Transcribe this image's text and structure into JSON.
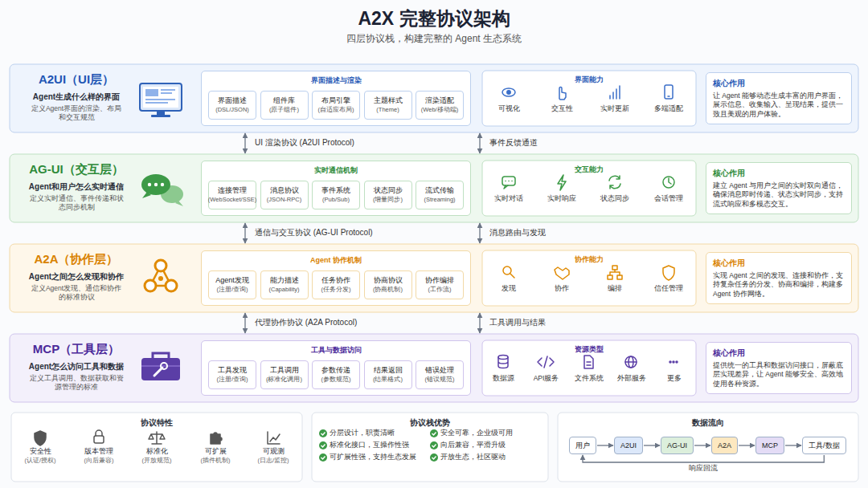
{
  "diagram": {
    "title": "A2X 完整协议架构",
    "caption": "四层协议栈，构建完整的 Agent 生态系统",
    "nodes": [
      {
        "text": [
          "A2UI（UI层）",
          "Agent生成什么样的界面",
          "定义Agent界面的渲染、布局和交互规范"
        ]
      },
      {
        "text": [
          "界面描述与渲染"
        ],
        "in": 0
      },
      {
        "text": [
          "界面描述",
          "(DSL/JSON)"
        ],
        "in": 1
      },
      {
        "text": [
          "组件库",
          "(原子组件)"
        ],
        "in": 1
      },
      {
        "text": [
          "布局引擎",
          "(自适应布局)"
        ],
        "in": 1
      },
      {
        "text": [
          "主题样式",
          "(Theme)"
        ],
        "in": 1
      },
      {
        "text": [
          "渲染适配",
          "(Web/移动端)"
        ],
        "in": 1
      },
      {
        "text": [
          "界面能力"
        ],
        "in": 0
      },
      {
        "text": [
          "核心作用",
          "让 Agent 能够动态生成丰富的用户界面，展示信息、收集输入、呈现结果，提供一致且美观的用户体验。"
        ],
        "in": 0
      },
      {
        "text": [
          "AG-UI（交互层）",
          "Agent和用户怎么实时通信",
          "定义实时通信、事件传递和状态同步机制"
        ]
      },
      {
        "text": [
          "实时通信机制"
        ],
        "in": 9
      },
      {
        "text": [
          "连接管理",
          "(WebSocket/SSE)"
        ],
        "in": 10
      },
      {
        "text": [
          "消息协议",
          "(JSON-RPC)"
        ],
        "in": 10
      },
      {
        "text": [
          "事件系统",
          "(Pub/Sub)"
        ],
        "in": 10
      },
      {
        "text": [
          "状态同步",
          "(增量同步)"
        ],
        "in": 10
      },
      {
        "text": [
          "流式传输",
          "(Streaming)"
        ],
        "in": 10
      },
      {
        "text": [
          "交互能力"
        ],
        "in": 9
      },
      {
        "text": [
          "核心作用",
          "建立 Agent 与用户之间的实时双向通信，确保消息即时传递、状态实时同步，支持流式响应和多模态交互。"
        ],
        "in": 9
      },
      {
        "text": [
          "A2A（协作层）",
          "Agent之间怎么发现和协作",
          "定义Agent发现、通信和协作的标准协议"
        ]
      },
      {
        "text": [
          "Agent 协作机制"
        ],
        "in": 18
      },
      {
        "text": [
          "Agent发现",
          "(注册/查询)"
        ],
        "in": 19
      },
      {
        "text": [
          "能力描述",
          "(Capability)"
        ],
        "in": 19
      },
      {
        "text": [
          "任务协作",
          "(任务分发)"
        ],
        "in": 19
      },
      {
        "text": [
          "协商协议",
          "(协商机制)"
        ],
        "in": 19
      },
      {
        "text": [
          "协作编排",
          "(工作流)"
        ],
        "in": 19
      },
      {
        "text": [
          "协作能力"
        ],
        "in": 18
      },
      {
        "text": [
          "核心作用",
          "实现 Agent 之间的发现、连接和协作，支持复杂任务的分发、协商和编排，构建多 Agent 协作网络。"
        ],
        "in": 18
      },
      {
        "text": [
          "MCP（工具层）",
          "Agent怎么访问工具和数据",
          "定义工具调用、数据获取和资源管理的标准"
        ]
      },
      {
        "text": [
          "工具与数据访问"
        ],
        "in": 27
      },
      {
        "text": [
          "工具发现",
          "(注册/查询)"
        ],
        "in": 28
      },
      {
        "text": [
          "工具调用",
          "(标准化调用)"
        ],
        "in": 28
      },
      {
        "text": [
          "参数传递",
          "(参数规范)"
        ],
        "in": 28
      },
      {
        "text": [
          "结果返回",
          "(结果格式)"
        ],
        "in": 28
      },
      {
        "text": [
          "错误处理",
          "(错误规范)"
        ],
        "in": 28
      },
      {
        "text": [
          "资源类型"
        ],
        "in": 27
      },
      {
        "text": [
          "核心作用",
          "提供统一的工具和数据访问接口，屏蔽底层实现差异，让 Agent 能够安全、高效地使用各种资源。"
        ],
        "in": 27
      },
      {
        "text": [
          "协议特性"
        ]
      },
      {
        "text": [
          "协议栈优势"
        ]
      },
      {
        "text": [
          "数据流向"
        ]
      },
      {
        "text": [
          "用户"
        ],
        "in": 38
      },
      {
        "text": [
          "A2UI"
        ],
        "in": 38
      },
      {
        "text": [
          "AG-UI"
        ],
        "in": 38
      },
      {
        "text": [
          "A2A"
        ],
        "in": 38
      },
      {
        "text": [
          "MCP"
        ],
        "in": 38
      },
      {
        "text": [
          "工具/数据"
        ],
        "in": 38
      }
    ],
    "edges": [
      {
        "from": 0,
        "to": 9,
        "label": "UI 渲染协议 (A2UI Protocol)",
        "arrow": "both"
      },
      {
        "from": 0,
        "to": 9,
        "label": "事件反馈通道",
        "arrow": "both"
      },
      {
        "from": 9,
        "to": 18,
        "label": "通信与交互协议 (AG-UI Protocol)",
        "arrow": "both"
      },
      {
        "from": 9,
        "to": 18,
        "label": "消息路由与发现",
        "arrow": "both"
      },
      {
        "from": 18,
        "to": 27,
        "label": "代理协作协议 (A2A Protocol)",
        "arrow": "both"
      },
      {
        "from": 18,
        "to": 27,
        "label": "工具调用与结果",
        "arrow": "both"
      },
      {
        "from": 39,
        "to": 40,
        "arrow": "to"
      },
      {
        "from": 40,
        "to": 41,
        "arrow": "to"
      },
      {
        "from": 41,
        "to": 42,
        "arrow": "to"
      },
      {
        "from": 42,
        "to": 43,
        "arrow": "to"
      },
      {
        "from": 43,
        "to": 44,
        "arrow": "to"
      },
      {
        "from": 44,
        "to": 39,
        "label": "响应回流",
        "arrow": "to"
      }
    ],
    "labels": [
      "可视化",
      "交互性",
      "实时更新",
      "多端适配",
      "实时对话",
      "实时响应",
      "状态同步",
      "会话管理",
      "发现",
      "协作",
      "编排",
      "信任管理",
      "数据源",
      "API服务",
      "文件系统",
      "外部服务",
      "更多",
      "安全性",
      "(认证/授权)",
      "版本管理",
      "(向后兼容)",
      "标准化",
      "(开放规范)",
      "可扩展",
      "(插件机制)",
      "可观测",
      "(日志/监控)",
      "分层设计，职责清晰",
      "安全可靠，企业级可用",
      "标准化接口，互操作性强",
      "向后兼容，平滑升级",
      "可扩展性强，支持生态发展",
      "开放生态，社区驱动"
    ]
  }
}
